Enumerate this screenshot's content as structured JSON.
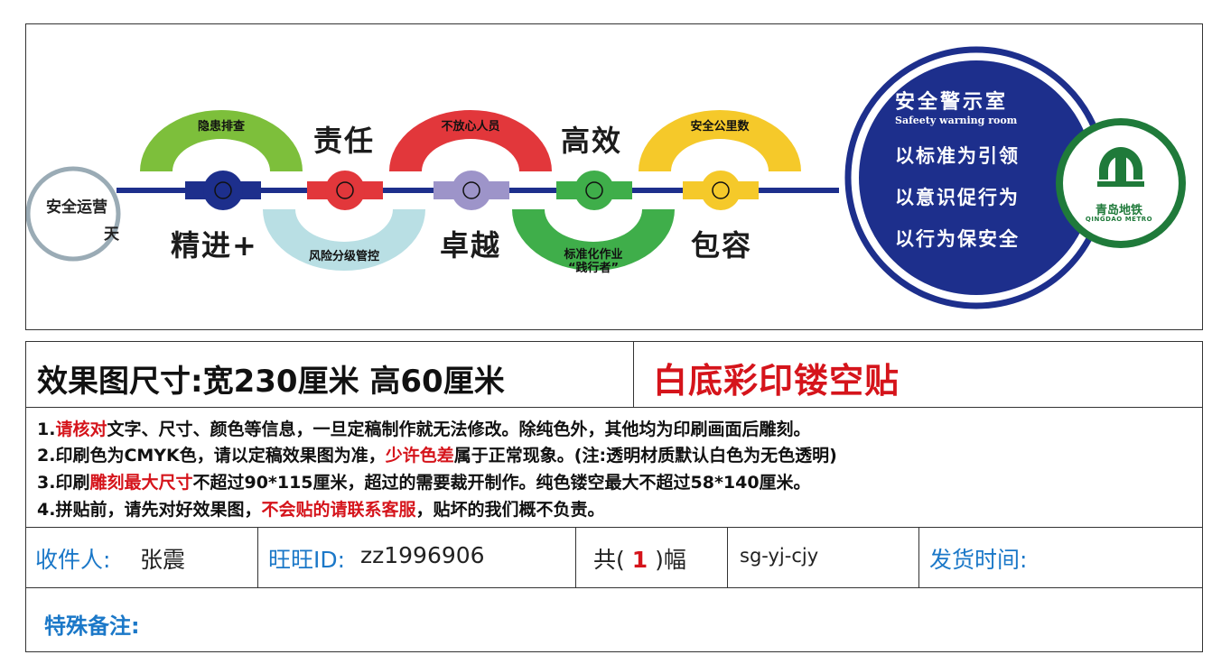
{
  "design": {
    "start_node_line1": "安全运营",
    "start_node_line2": "天",
    "pills": [
      {
        "label": "隐患排查",
        "color": "#7dbf3b"
      },
      {
        "label": "风险分级管控",
        "color": "#b9dfe4"
      },
      {
        "label": "不放心人员",
        "color": "#e2373b"
      },
      {
        "label": "标准化作业",
        "color": "#3fae4a"
      },
      {
        "label": "“践行者”",
        "color": "#3fae4a"
      },
      {
        "label": "安全公里数",
        "color": "#f5c92a"
      }
    ],
    "words": {
      "w1": "精进+",
      "w2": "责任",
      "w3": "卓越",
      "w4": "高效",
      "w5": "包容"
    },
    "room": {
      "title": "安全警示室",
      "subtitle": "Safeety warning room",
      "slogans": [
        "以标准为引领",
        "以意识促行为",
        "以行为保安全"
      ],
      "circle_color": "#1d2f8c"
    },
    "logo": {
      "name_cn": "青岛地铁",
      "name_en": "QINGDAO METRO",
      "color": "#1f7a3a"
    },
    "line_color": "#1d2f8c"
  },
  "spec": {
    "size_text": "效果图尺寸:宽230厘米  高60厘米",
    "material": "白底彩印镂空贴",
    "notes": [
      {
        "parts": [
          {
            "t": "1.",
            "red": false
          },
          {
            "t": "请核对",
            "red": true
          },
          {
            "t": "文字、尺寸、颜色等信息，一旦定稿制作就无法修改。除纯色外，其他均为印刷画面后雕刻。",
            "red": false
          }
        ]
      },
      {
        "parts": [
          {
            "t": "2.印刷色为CMYK色，请以定稿效果图为准，",
            "red": false
          },
          {
            "t": "少许色差",
            "red": true
          },
          {
            "t": "属于正常现象。(注:透明材质默认白色为无色透明)",
            "red": false
          }
        ]
      },
      {
        "parts": [
          {
            "t": "3.印刷",
            "red": false
          },
          {
            "t": "雕刻最大尺寸",
            "red": true
          },
          {
            "t": "不超过90*115厘米，超过的需要裁开制作。纯色镂空最大不超过58*140厘米。",
            "red": false
          }
        ]
      },
      {
        "parts": [
          {
            "t": "4.拼贴前，请先对好效果图，",
            "red": false
          },
          {
            "t": "不会贴的请联系客服",
            "red": true
          },
          {
            "t": "，贴坏的我们概不负责。",
            "red": false
          }
        ]
      }
    ],
    "recipient_label": "收件人:",
    "recipient_name": "张震",
    "wangwang_label": "旺旺ID:",
    "wangwang_id": "zz1996906",
    "count_prefix": "共(",
    "count_value": "1",
    "count_suffix": ")幅",
    "code": "sg-yj-cjy",
    "ship_time_label": "发货时间:",
    "remark_label": "特殊备注:"
  }
}
